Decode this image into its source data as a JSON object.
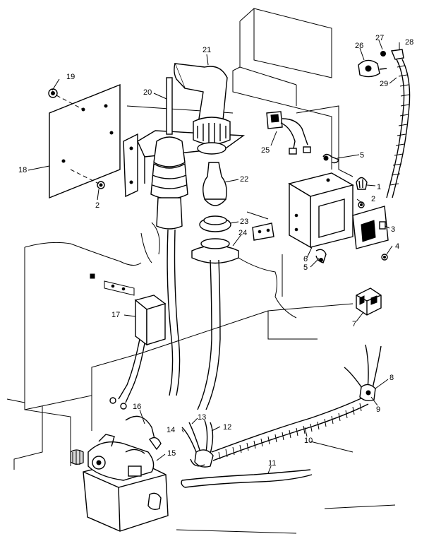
{
  "callouts": [
    {
      "id": "c1",
      "text": "1"
    },
    {
      "id": "c2a",
      "text": "2"
    },
    {
      "id": "c2b",
      "text": "2"
    },
    {
      "id": "c3",
      "text": "3"
    },
    {
      "id": "c4",
      "text": "4"
    },
    {
      "id": "c5a",
      "text": "5"
    },
    {
      "id": "c5b",
      "text": "5"
    },
    {
      "id": "c6",
      "text": "6"
    },
    {
      "id": "c7",
      "text": "7"
    },
    {
      "id": "c8",
      "text": "8"
    },
    {
      "id": "c9",
      "text": "9"
    },
    {
      "id": "c10",
      "text": "10"
    },
    {
      "id": "c11",
      "text": "11"
    },
    {
      "id": "c12",
      "text": "12"
    },
    {
      "id": "c13",
      "text": "13"
    },
    {
      "id": "c14",
      "text": "14"
    },
    {
      "id": "c15",
      "text": "15"
    },
    {
      "id": "c16",
      "text": "16"
    },
    {
      "id": "c17",
      "text": "17"
    },
    {
      "id": "c18",
      "text": "18"
    },
    {
      "id": "c19",
      "text": "19"
    },
    {
      "id": "c20",
      "text": "20"
    },
    {
      "id": "c21",
      "text": "21"
    },
    {
      "id": "c22",
      "text": "22"
    },
    {
      "id": "c23",
      "text": "23"
    },
    {
      "id": "c24",
      "text": "24"
    },
    {
      "id": "c25",
      "text": "25"
    },
    {
      "id": "c26",
      "text": "26"
    },
    {
      "id": "c27",
      "text": "27"
    },
    {
      "id": "c28",
      "text": "28"
    },
    {
      "id": "c29",
      "text": "29"
    }
  ]
}
